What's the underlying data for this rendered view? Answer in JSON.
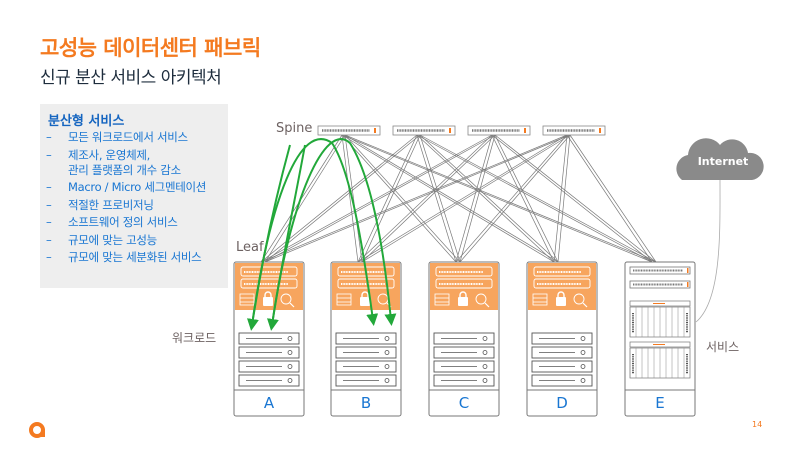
{
  "header": {
    "title": "고성능 데이터센터 패브릭",
    "subtitle": "신규 분산 서비스 아키텍처"
  },
  "panel": {
    "title": "분산형 서비스",
    "items": [
      {
        "lines": [
          "모든 워크로드에서 서비스"
        ]
      },
      {
        "lines": [
          "제조사, 운영체제,",
          "관리 플랫폼의 개수 감소"
        ]
      },
      {
        "lines": [
          "Macro / Micro 세그멘테이션"
        ]
      },
      {
        "lines": [
          "적절한 프로비저닝"
        ]
      },
      {
        "lines": [
          "소프트웨어 정의 서비스"
        ]
      },
      {
        "lines": [
          "규모에 맞는 고성능"
        ]
      },
      {
        "lines": [
          "규모에 맞는 세분화된 서비스"
        ]
      }
    ],
    "bullet": "–"
  },
  "diagram": {
    "labels": {
      "spine": "Spine",
      "leaf": "Leaf",
      "workload": "워크로드",
      "service": "서비스",
      "internet": "Internet"
    },
    "spine_switch_count": 4,
    "racks": [
      {
        "letter": "A",
        "type": "workload"
      },
      {
        "letter": "B",
        "type": "workload"
      },
      {
        "letter": "C",
        "type": "workload"
      },
      {
        "letter": "D",
        "type": "workload"
      },
      {
        "letter": "E",
        "type": "service"
      }
    ],
    "colors": {
      "accent": "#f47a20",
      "leaf_fill": "#f7a55e",
      "flow_arrow": "#22a83a",
      "link_line": "#7a7a7a",
      "cloud": "#8a8a8a",
      "rack_letter": "#1976d2"
    }
  },
  "footer": {
    "page_number": "14"
  }
}
